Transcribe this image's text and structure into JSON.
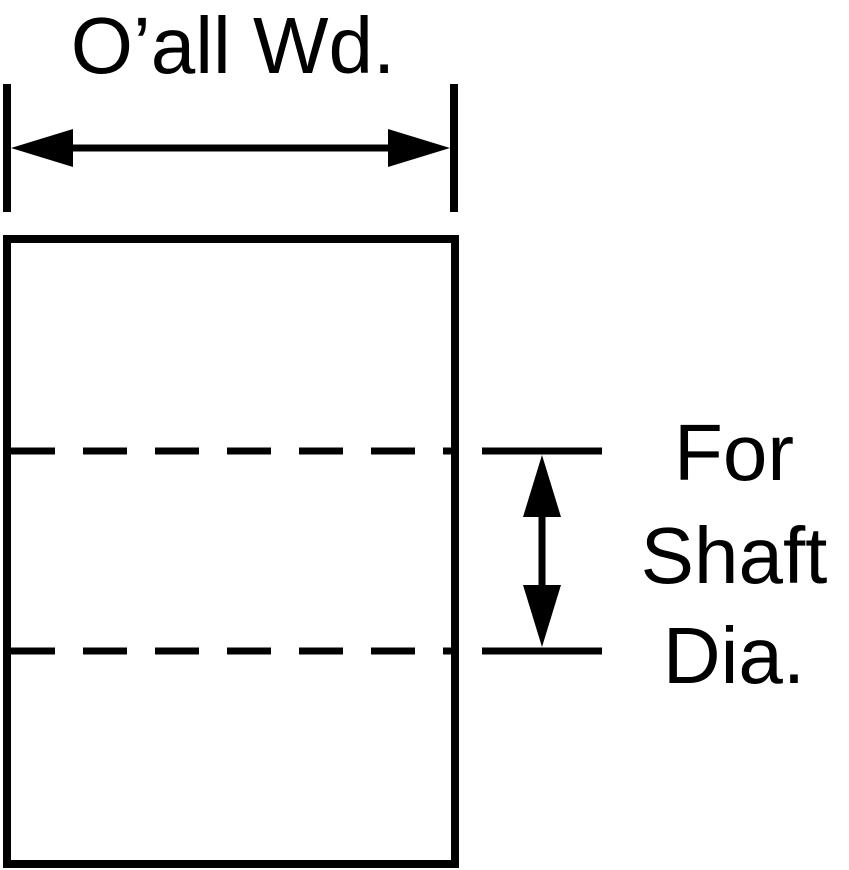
{
  "diagram": {
    "overall_width_label": "O’all Wd.",
    "shaft_label_lines": [
      "For",
      "Shaft",
      "Dia."
    ],
    "line_color": "#000000",
    "background_color": "#ffffff"
  }
}
